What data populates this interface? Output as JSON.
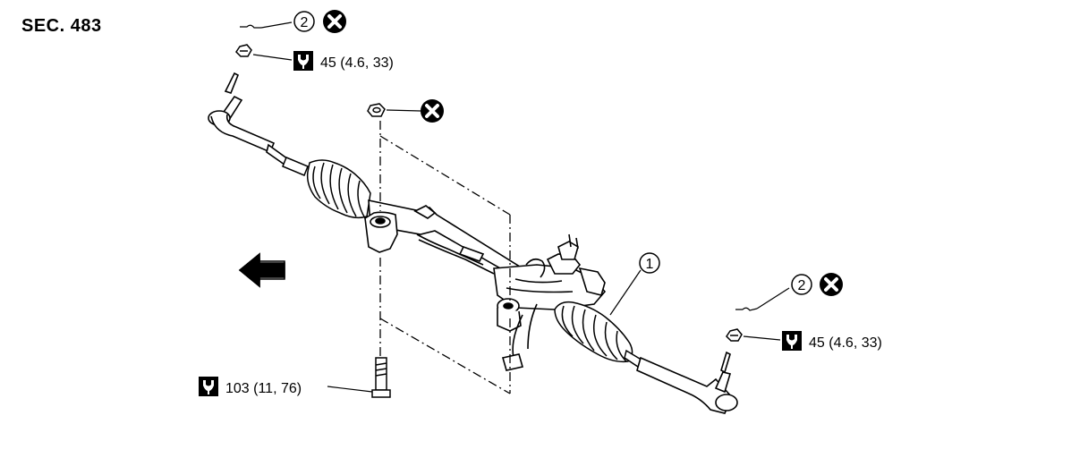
{
  "section_code": "SEC. 483",
  "callouts": {
    "part_1": "1",
    "part_2": "2"
  },
  "torques": {
    "tie_rod_nut_left": "45 (4.6, 33)",
    "tie_rod_nut_right": "45 (4.6, 33)",
    "mounting_bolt": "103 (11, 76)"
  },
  "icons": {
    "torque": "torque-wrench-icon",
    "do_not_reuse": "do-not-reuse-icon",
    "front_direction": "front-arrow-icon"
  }
}
